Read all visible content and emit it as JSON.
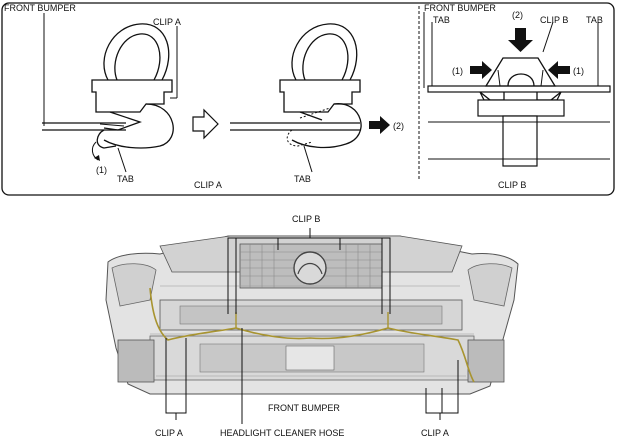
{
  "top_panel": {
    "left": {
      "labels": {
        "front_bumper": "FRONT BUMPER",
        "clip_a_top": "CLIP A",
        "tab_left": "TAB",
        "step_1": "(1)",
        "clip_a_caption": "CLIP A",
        "tab_right": "TAB",
        "step_2": "(2)"
      }
    },
    "right": {
      "labels": {
        "front_bumper": "FRONT BUMPER",
        "tab_left": "TAB",
        "step_2": "(2)",
        "clip_b": "CLIP B",
        "tab_right": "TAB",
        "step_1_left": "(1)",
        "step_1_right": "(1)",
        "clip_b_caption": "CLIP B"
      }
    }
  },
  "bottom_panel": {
    "labels": {
      "clip_b_top": "CLIP B",
      "front_bumper": "FRONT BUMPER",
      "clip_a_left": "CLIP A",
      "headlight_cleaner_hose": "HEADLIGHT CLEANER HOSE",
      "clip_a_right": "CLIP A"
    }
  },
  "colors": {
    "line": "#111111",
    "bumper_fill": "#e6e6e6",
    "bumper_shade": "#c9c9c9",
    "hose": "#b8a23a"
  }
}
